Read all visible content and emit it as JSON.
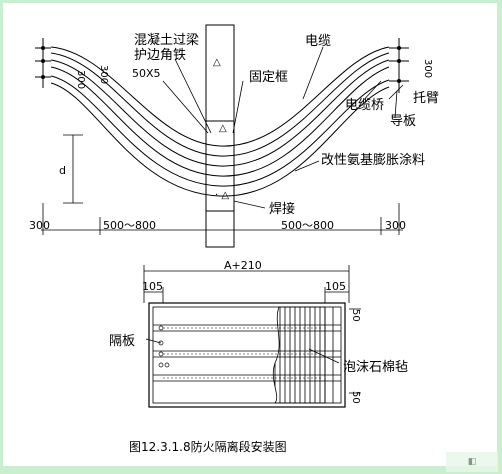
{
  "figure": {
    "caption": "图12.3.1.8防火隔离段安装图"
  },
  "upper_view": {
    "labels": {
      "beam": "混凝土过梁",
      "angle_steel": "护边角铁",
      "angle_spec": "50X5",
      "fixing_frame": "固定框",
      "cable": "电缆",
      "cable_tray": "电缆桥",
      "bracket": "托臂",
      "guide_plate": "导板",
      "coating": "改性氨基膨胀涂料",
      "weld": "焊接",
      "dim_d": "d"
    },
    "dimensions": {
      "left_outer": "300",
      "left_span": "500～800",
      "right_span": "500～800",
      "right_outer": "300",
      "spacing_left_a": "300",
      "spacing_left_b": "300",
      "spacing_right": "300"
    }
  },
  "lower_view": {
    "labels": {
      "partition_board": "隔板",
      "foam_asbestos": "泡沫石棉毡"
    },
    "dimensions": {
      "total_width": "A+210",
      "left_margin": "105",
      "right_margin": "105",
      "right_gap_top": "50",
      "right_gap_bottom": "50"
    }
  }
}
